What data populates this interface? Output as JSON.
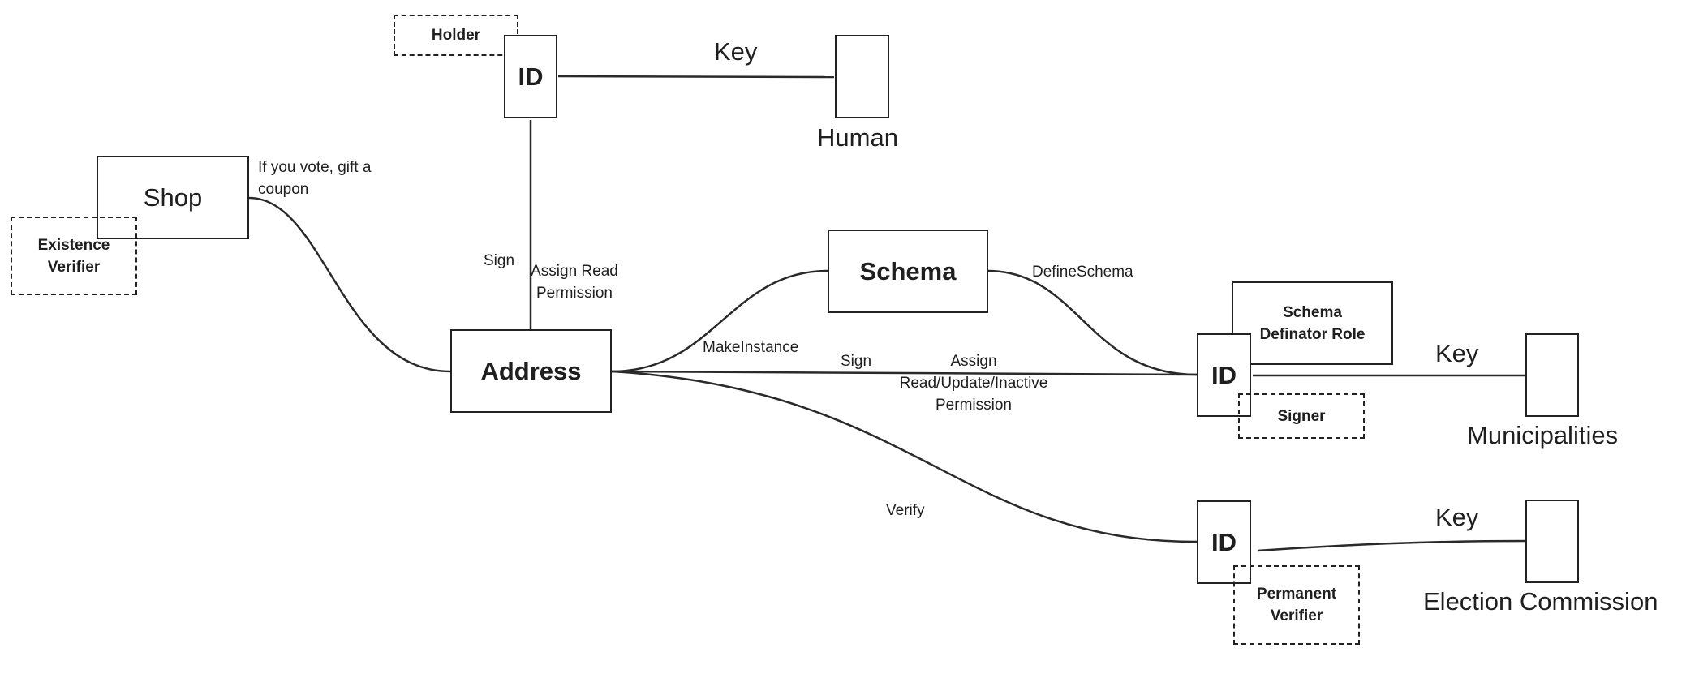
{
  "nodes": {
    "holder": "Holder",
    "id_top": "ID",
    "key_top": "Key",
    "human": "Human",
    "shop": "Shop",
    "shop_note": "If you vote, gift a coupon",
    "existence_verifier": "Existence Verifier",
    "address": "Address",
    "schema": "Schema",
    "schema_definator_role": "Schema Definator Role",
    "id_mid": "ID",
    "key_mid": "Key",
    "municipalities": "Municipalities",
    "signer": "Signer",
    "id_bottom": "ID",
    "key_bottom": "Key",
    "election_commission": "Election Commission",
    "permanent_verifier": "Permanent Verifier"
  },
  "edges": {
    "sign_vertical": "Sign",
    "assign_read": "Assign Read Permission",
    "make_instance": "MakeInstance",
    "define_schema": "DefineSchema",
    "sign_horizontal": "Sign",
    "assign_update": "Assign Read/Update/Inactive Permission",
    "verify": "Verify"
  },
  "colors": {
    "stroke": "#222222",
    "text": "#1f1f1f",
    "background": "#ffffff"
  }
}
